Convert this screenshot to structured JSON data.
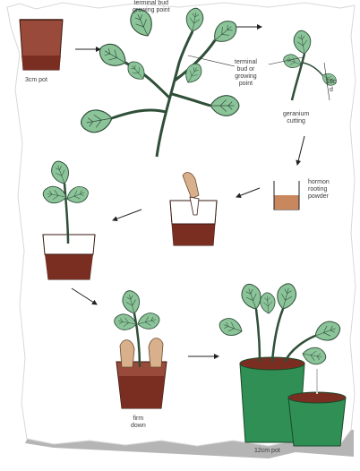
{
  "labels": {
    "top_pot": "3cm pot",
    "terminal_bud_top": "terminal bud\ngrowing point",
    "terminal_bud_mid": "terminal\nbud or\ngrowing\npoint",
    "cutting_length_a": "10c",
    "cutting_length_b": "d",
    "geranium_cutting": "geranium\ncutting",
    "hormone_powder": "hormon\nrooting\npowder",
    "firm_down": "firm\ndown",
    "big_pot": "12cm pot"
  },
  "colors": {
    "leaf": "#8cc49a",
    "leaf_stroke": "#2f4f38",
    "pot": "#9a4a3a",
    "soil": "#7a2e22",
    "green_pot": "#2f8f55",
    "paper_shadow": "#b5b5b5"
  }
}
